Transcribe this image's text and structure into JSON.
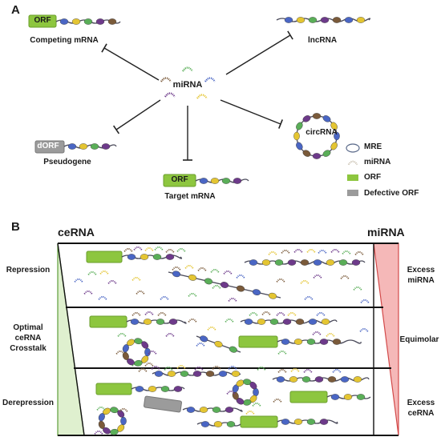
{
  "panel_a": {
    "letter": "A",
    "center": "miRNA",
    "targets": {
      "competing": "Competing mRNA",
      "lncrna": "lncRNA",
      "circrna": "circRNA",
      "pseudogene": "Pseudogene",
      "target": "Target mRNA"
    },
    "orf_box": "ORF",
    "dorf_box": "dORF",
    "legend": [
      {
        "icon": "mre-icon",
        "label": "MRE"
      },
      {
        "icon": "mirna-icon",
        "label": "miRNA"
      },
      {
        "icon": "orf-icon",
        "label": "ORF"
      },
      {
        "icon": "defective-orf-icon",
        "label": "Defective ORF"
      }
    ]
  },
  "panel_b": {
    "letter": "B",
    "left_header": "ceRNA",
    "right_header": "miRNA",
    "rows": [
      {
        "left": "Repression",
        "right": "Excess\nmiRNA"
      },
      {
        "left": "Optimal\nceRNA\nCrosstalk",
        "right": "Equimolar"
      },
      {
        "left": "Derepression",
        "right": "Excess\nceRNA"
      }
    ]
  },
  "colors": {
    "orf": "#8dc63f",
    "orf_border": "#6a9e2b",
    "defective": "#9b9b9b",
    "strand": "#4a4a5a",
    "mre_blue": "#4a66c4",
    "mre_yellow": "#e4c532",
    "mre_green": "#5aae58",
    "mre_purple": "#6d3a8a",
    "mre_brown": "#7a5a3a",
    "cerna_triangle": "#dff0cf",
    "mirna_triangle": "#f5b8b8",
    "legend_ring": "#5a6a8a"
  }
}
